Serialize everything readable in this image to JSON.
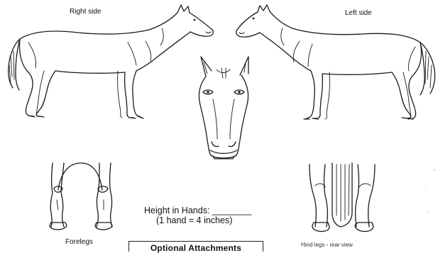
{
  "labels": {
    "right_side": "Right side",
    "left_side": "Left side",
    "forelegs": "Forelegs",
    "hind_legs": "Hind legs - rear view",
    "height_line1": "Height in Hands: ________",
    "height_line2": "(1 hand = 4 inches)",
    "attachments_title": "Optional Attachments"
  }
}
